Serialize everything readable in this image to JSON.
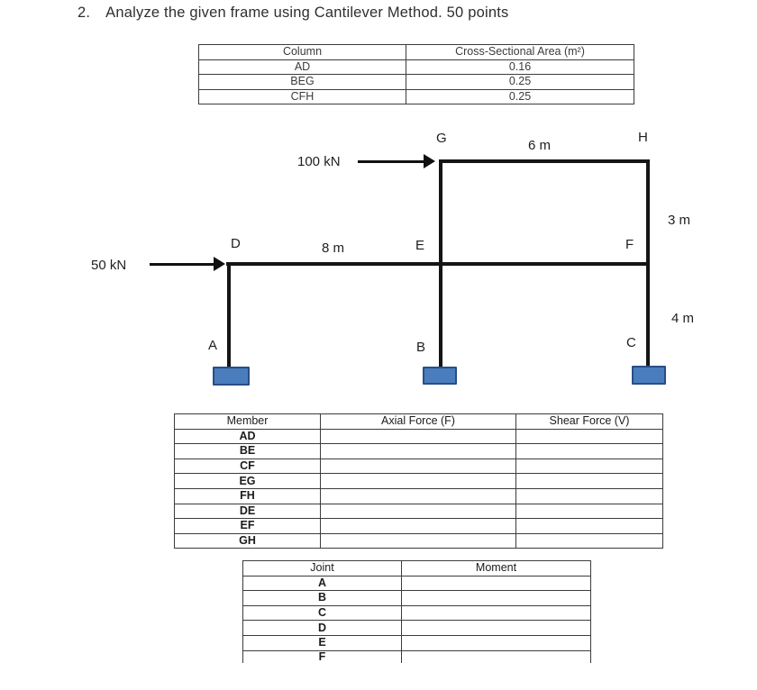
{
  "title": {
    "number": "2.",
    "text": "Analyze the given frame using Cantilever Method. 50 points"
  },
  "area_table": {
    "col_header": "Column",
    "area_header": "Cross-Sectional Area (m²)",
    "rows": [
      {
        "column": "AD",
        "area": "0.16"
      },
      {
        "column": "BEG",
        "area": "0.25"
      },
      {
        "column": "CFH",
        "area": "0.25"
      }
    ]
  },
  "diagram": {
    "loads": {
      "top": "100 kN",
      "mid": "50 kN"
    },
    "joints": {
      "A": "A",
      "B": "B",
      "C": "C",
      "D": "D",
      "E": "E",
      "F": "F",
      "G": "G",
      "H": "H"
    },
    "dims": {
      "span_top": "6 m",
      "span_mid": "8 m",
      "height_top": "3 m",
      "height_bottom": "4 m"
    },
    "colors": {
      "member": "#151515",
      "support_fill": "#4a7dbd",
      "support_border": "#274e87"
    }
  },
  "member_table": {
    "headers": {
      "member": "Member",
      "axial": "Axial Force (F)",
      "shear": "Shear Force (V)"
    },
    "rows": [
      "AD",
      "BE",
      "CF",
      "EG",
      "FH",
      "DE",
      "EF",
      "GH"
    ]
  },
  "joint_table": {
    "headers": {
      "joint": "Joint",
      "moment": "Moment"
    },
    "rows": [
      "A",
      "B",
      "C",
      "D",
      "E",
      "F"
    ]
  }
}
